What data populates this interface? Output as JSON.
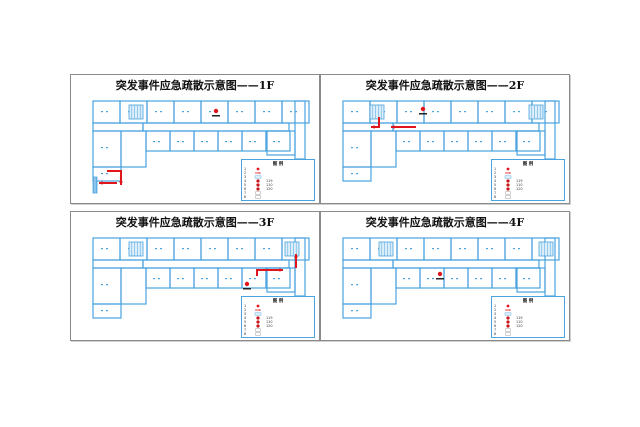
{
  "panels": [
    {
      "title": "突发事件应急疏散示意图——1F",
      "floor": "1F"
    },
    {
      "title": "突发事件应急疏散示意图——2F",
      "floor": "2F"
    },
    {
      "title": "突发事件应急疏散示意图——3F",
      "floor": "3F"
    },
    {
      "title": "突发事件应急疏散示意图——4F",
      "floor": "4F"
    }
  ],
  "legend": {
    "title": "图 例",
    "rows": [
      {
        "num": "1",
        "icon": "you-are-here-dot-icon",
        "text": ""
      },
      {
        "num": "2",
        "icon": "arrow-icon",
        "text": ""
      },
      {
        "num": "3",
        "icon": "stair-icon",
        "text": ""
      },
      {
        "num": "4",
        "icon": "fire-alarm-icon",
        "text": "119"
      },
      {
        "num": "5",
        "icon": "police-icon",
        "text": "110"
      },
      {
        "num": "6",
        "icon": "ambulance-icon",
        "text": "120"
      },
      {
        "num": "7",
        "icon": "exit-icon",
        "text": ""
      },
      {
        "num": "8",
        "icon": "extinguisher-icon",
        "text": ""
      }
    ]
  },
  "colors": {
    "wall": "#4aa3df",
    "arrow": "#e0161c",
    "stair": "#4aa3df",
    "title": "#111111"
  }
}
